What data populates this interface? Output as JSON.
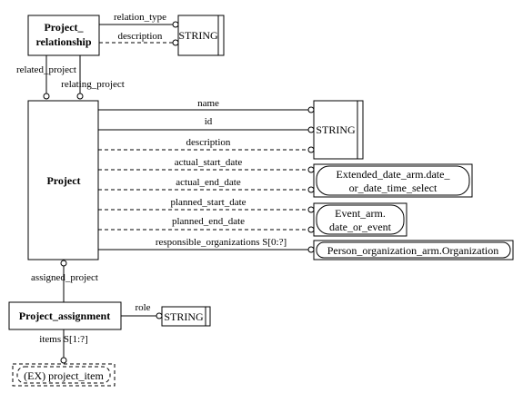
{
  "entities": {
    "project_relationship": [
      "Project_",
      "relationship"
    ],
    "project": "Project",
    "project_assignment": "Project_assignment",
    "project_item": "(EX) project_item"
  },
  "types": {
    "string": "STRING",
    "extended_date": [
      "Extended_date_arm.date_",
      "or_date_time_select"
    ],
    "event": [
      "Event_arm.",
      "date_or_event"
    ],
    "person_org": "Person_organization_arm.Organization"
  },
  "attributes": {
    "relation_type": "relation_type",
    "description": "description",
    "related_project": "related_project",
    "relating_project": "relating_project",
    "name": "name",
    "id": "id",
    "actual_start_date": "actual_start_date",
    "actual_end_date": "actual_end_date",
    "planned_start_date": "planned_start_date",
    "planned_end_date": "planned_end_date",
    "responsible_organizations": "responsible_organizations S[0:?]",
    "assigned_project": "assigned_project",
    "role": "role",
    "items": "items S[1:?]"
  }
}
